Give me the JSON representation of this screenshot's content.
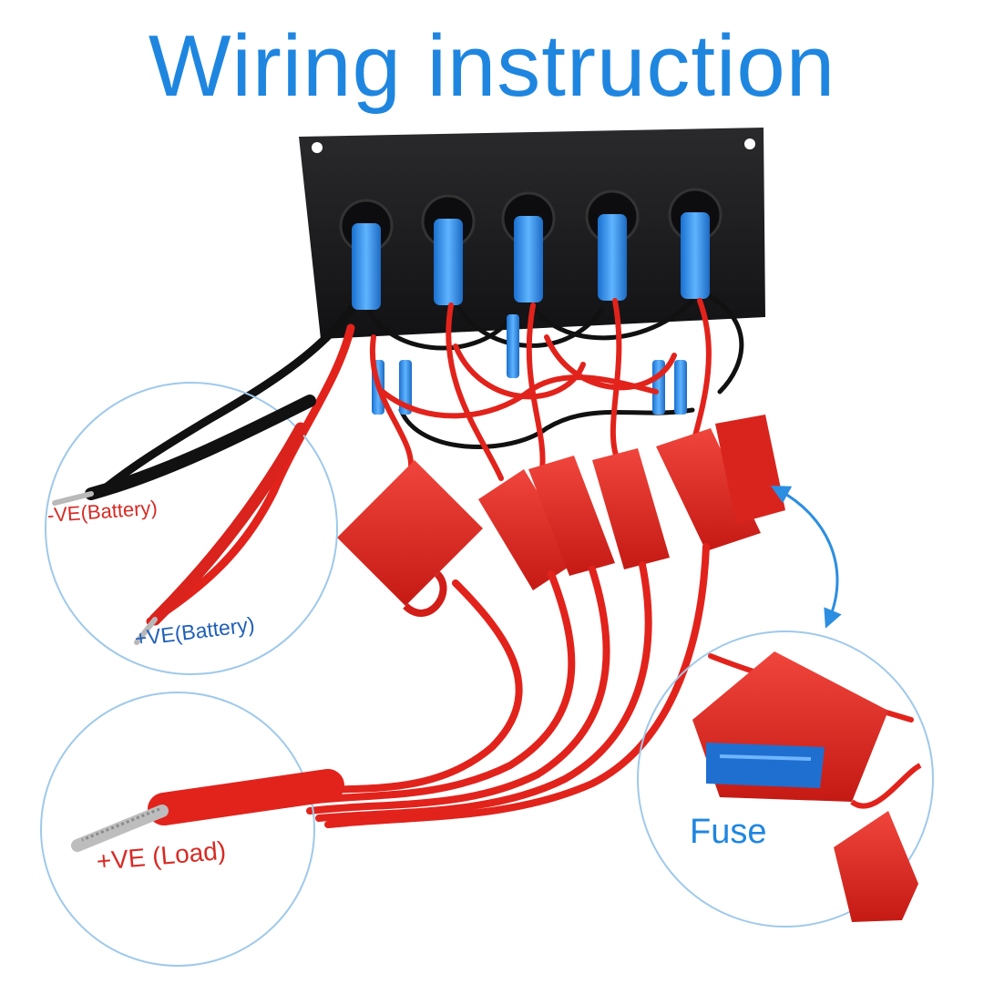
{
  "title": "Wiring instruction",
  "labels": {
    "negative_battery": "-VE(Battery)",
    "positive_battery": "+VE(Battery)",
    "positive_load": "+VE (Load)",
    "fuse": "Fuse"
  },
  "components": {
    "switch_count": 5,
    "fuse_holder_count": 5
  },
  "colors": {
    "title": "#1f86e0",
    "panel": "#1c1c1e",
    "switch_blue": "#2a8fe8",
    "wire_red": "#e1231c",
    "wire_black": "#111111",
    "callout_circle": "#9fc9ea",
    "arrow": "#2c8ee0",
    "label_red": "#d82a24",
    "label_blue": "#1f5fb8"
  }
}
